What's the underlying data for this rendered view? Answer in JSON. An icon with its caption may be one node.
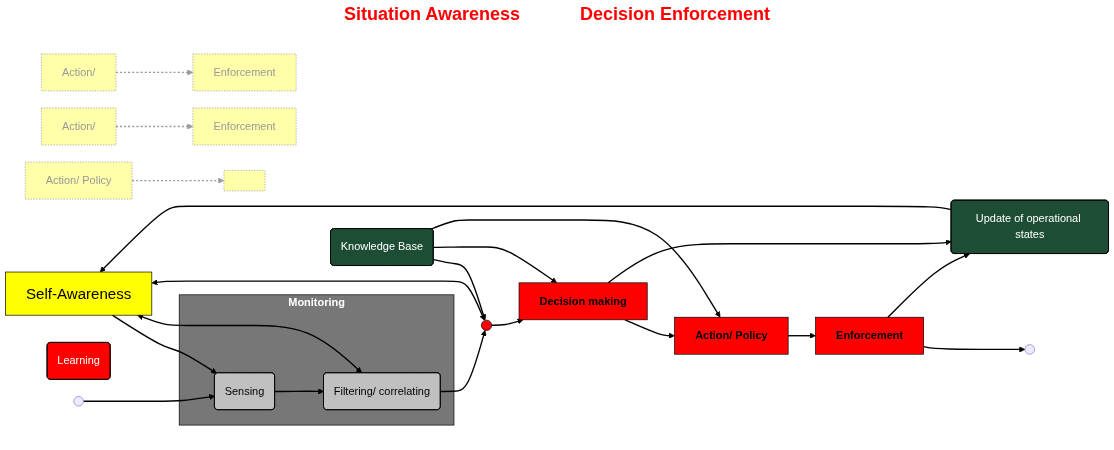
{
  "diagram": {
    "nodes": [
      {
        "text": [
          "Self-Awareness"
        ]
      },
      {
        "text": [
          "Update of operational states"
        ]
      },
      {
        "text": [
          "Monitoring"
        ]
      },
      {
        "text": [
          "Sensing"
        ],
        "in": 2
      },
      {
        "text": [
          "Filtering/ correlating"
        ],
        "in": 2
      },
      {
        "text": [],
        "shape": "circle"
      },
      {
        "text": [
          "Decision making"
        ]
      },
      {
        "text": [
          "Action/"
        ]
      },
      {
        "text": [
          "Action/"
        ]
      },
      {
        "text": [
          "Action/ Policy"
        ]
      },
      {
        "text": [
          "Enforcement"
        ]
      },
      {
        "text": [
          "Enforcement"
        ]
      },
      {
        "text": [],
        "shape": "box"
      },
      {
        "text": [
          "Action/ Policy"
        ]
      },
      {
        "text": [
          "Enforcement"
        ]
      },
      {
        "text": [
          "Knowledge Base"
        ]
      },
      {
        "text": [
          "Learning"
        ]
      }
    ],
    "edges": [
      {
        "from": null,
        "to": 3,
        "arrow": "to"
      },
      {
        "from": 0,
        "to": 3,
        "arrow": "to"
      },
      {
        "from": 3,
        "to": 4,
        "arrow": "to"
      },
      {
        "from": 4,
        "to": 0,
        "arrow": "both"
      },
      {
        "from": 4,
        "to": 5,
        "arrow": "to"
      },
      {
        "from": 5,
        "to": 0,
        "arrow": "both"
      },
      {
        "from": 5,
        "to": 6,
        "arrow": "to"
      },
      {
        "from": 6,
        "to": 13,
        "arrow": "to"
      },
      {
        "from": 6,
        "to": 1,
        "arrow": "to"
      },
      {
        "from": 1,
        "to": 0,
        "arrow": "to"
      },
      {
        "from": 7,
        "to": 10,
        "arrow": "to",
        "style": "dashed",
        "color": "#999999"
      },
      {
        "from": 8,
        "to": 11,
        "arrow": "to",
        "style": "dashed",
        "color": "#999999"
      },
      {
        "from": 9,
        "to": 12,
        "arrow": "to",
        "style": "dashed",
        "color": "#999999"
      },
      {
        "from": 13,
        "to": 14,
        "arrow": "to"
      },
      {
        "from": 14,
        "to": null,
        "arrow": "to"
      },
      {
        "from": 14,
        "to": 1,
        "arrow": "to"
      },
      {
        "from": 15,
        "to": 5,
        "arrow": "to"
      },
      {
        "from": 15,
        "to": 6,
        "arrow": "to"
      },
      {
        "from": 15,
        "to": 13,
        "arrow": "to"
      }
    ],
    "labels": [
      "Situation Awareness",
      "Decision Enforcement"
    ]
  }
}
